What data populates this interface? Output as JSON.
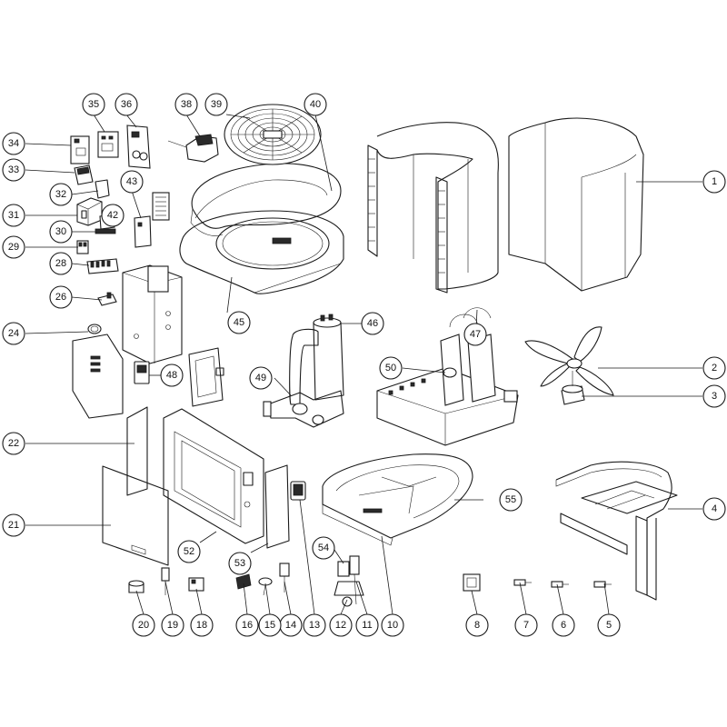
{
  "callouts": [
    {
      "id": "1",
      "label": "1"
    },
    {
      "id": "2",
      "label": "2"
    },
    {
      "id": "3",
      "label": "3"
    },
    {
      "id": "4",
      "label": "4"
    },
    {
      "id": "5",
      "label": "5"
    },
    {
      "id": "6",
      "label": "6"
    },
    {
      "id": "7",
      "label": "7"
    },
    {
      "id": "8",
      "label": "8"
    },
    {
      "id": "10",
      "label": "10"
    },
    {
      "id": "11",
      "label": "11"
    },
    {
      "id": "12",
      "label": "12"
    },
    {
      "id": "13",
      "label": "13"
    },
    {
      "id": "14",
      "label": "14"
    },
    {
      "id": "15",
      "label": "15"
    },
    {
      "id": "16",
      "label": "16"
    },
    {
      "id": "18",
      "label": "18"
    },
    {
      "id": "19",
      "label": "19"
    },
    {
      "id": "20",
      "label": "20"
    },
    {
      "id": "21",
      "label": "21"
    },
    {
      "id": "22",
      "label": "22"
    },
    {
      "id": "24",
      "label": "24"
    },
    {
      "id": "26",
      "label": "26"
    },
    {
      "id": "28",
      "label": "28"
    },
    {
      "id": "29",
      "label": "29"
    },
    {
      "id": "30",
      "label": "30"
    },
    {
      "id": "31",
      "label": "31"
    },
    {
      "id": "32",
      "label": "32"
    },
    {
      "id": "33",
      "label": "33"
    },
    {
      "id": "34",
      "label": "34"
    },
    {
      "id": "35",
      "label": "35"
    },
    {
      "id": "36",
      "label": "36"
    },
    {
      "id": "38",
      "label": "38"
    },
    {
      "id": "39",
      "label": "39"
    },
    {
      "id": "40",
      "label": "40"
    },
    {
      "id": "42",
      "label": "42"
    },
    {
      "id": "43",
      "label": "43"
    },
    {
      "id": "45",
      "label": "45"
    },
    {
      "id": "46",
      "label": "46"
    },
    {
      "id": "47",
      "label": "47"
    },
    {
      "id": "48",
      "label": "48"
    },
    {
      "id": "49",
      "label": "49"
    },
    {
      "id": "50",
      "label": "50"
    },
    {
      "id": "52",
      "label": "52"
    },
    {
      "id": "53",
      "label": "53"
    },
    {
      "id": "54",
      "label": "54"
    },
    {
      "id": "55",
      "label": "55"
    }
  ]
}
